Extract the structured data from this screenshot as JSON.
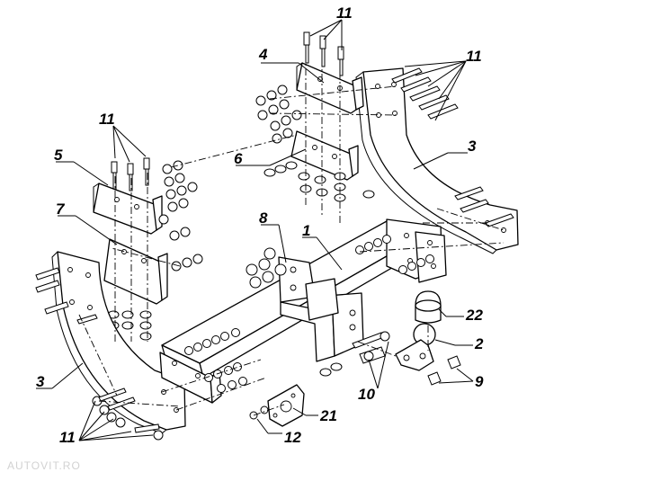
{
  "labels": {
    "l11_top": "11",
    "l11_topright": "11",
    "l11_left": "11",
    "l11_bottom": "11",
    "l4": "4",
    "l5": "5",
    "l6": "6",
    "l7": "7",
    "l8": "8",
    "l1": "1",
    "l3_right": "3",
    "l3_left": "3",
    "l22": "22",
    "l2": "2",
    "l10": "10",
    "l9": "9",
    "l21": "21",
    "l12": "12"
  },
  "watermark": "AUTOVIT.RO"
}
